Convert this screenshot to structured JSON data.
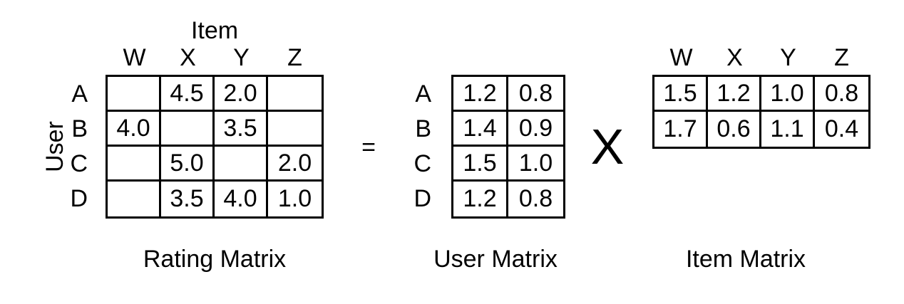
{
  "rating_matrix": {
    "caption": "Rating Matrix",
    "col_axis_label": "Item",
    "row_axis_label": "User",
    "col_headers": [
      "W",
      "X",
      "Y",
      "Z"
    ],
    "row_headers": [
      "A",
      "B",
      "C",
      "D"
    ],
    "rows": [
      [
        "",
        "4.5",
        "2.0",
        ""
      ],
      [
        "4.0",
        "",
        "3.5",
        ""
      ],
      [
        "",
        "5.0",
        "",
        "2.0"
      ],
      [
        "",
        "3.5",
        "4.0",
        "1.0"
      ]
    ]
  },
  "user_matrix": {
    "caption": "User Matrix",
    "row_headers": [
      "A",
      "B",
      "C",
      "D"
    ],
    "rows": [
      [
        "1.2",
        "0.8"
      ],
      [
        "1.4",
        "0.9"
      ],
      [
        "1.5",
        "1.0"
      ],
      [
        "1.2",
        "0.8"
      ]
    ]
  },
  "item_matrix": {
    "caption": "Item Matrix",
    "col_headers": [
      "W",
      "X",
      "Y",
      "Z"
    ],
    "rows": [
      [
        "1.5",
        "1.2",
        "1.0",
        "0.8"
      ],
      [
        "1.7",
        "0.6",
        "1.1",
        "0.4"
      ]
    ]
  },
  "operators": {
    "equals": "=",
    "times": "X"
  },
  "colors": {
    "line": "#000000",
    "text": "#000000",
    "background": "#ffffff"
  }
}
